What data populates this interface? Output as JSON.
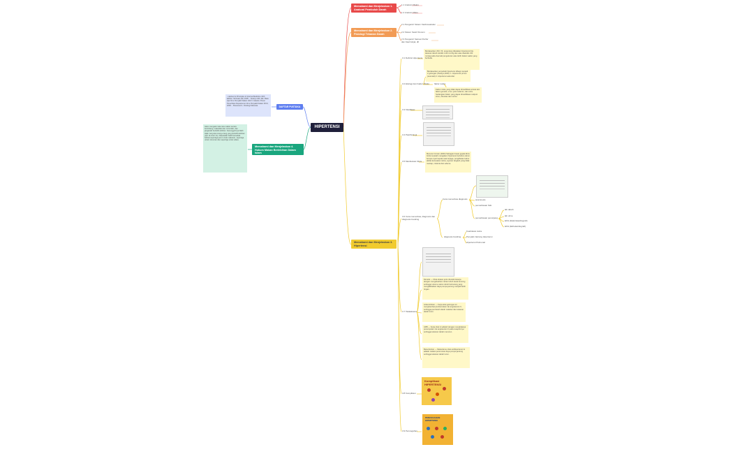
{
  "central": "HIPERTENSI",
  "branch1": {
    "title": "Memahami dan Menjelaskan 1. Anatomi Pembuluh Darah",
    "children": [
      "1.1 Anatomi Makro",
      "1.2 Anatomi Mikro"
    ]
  },
  "branch2": {
    "title": "Memahami dan Menjelaskan 2. Fisiologi Tekanan Darah",
    "children": [
      "2.1 Pengaruh Sistem Kardiovaskular",
      "2.2 Sistem Saraf Otonom",
      "2.3 Pengaruh Sekresi Perifer dan Faal Ginjal, dll"
    ]
  },
  "branch3": {
    "title": "Memahami dan Menjelaskan 3. Hipertensi",
    "items": {
      "definisi": "3.1 Definisi Hipertensi",
      "definisi_note": "Berdasarkan JNC VII, seseorang dikatakan hipertensi bila tekanan darah sistolik ≥140 mmHg dan atau diastolik ≥90 mmHg pada dua kali pengukuran atau lebih dalam waktu yang berbeda.",
      "etiologi": "3.2 Etiologi dan Faktor Risiko",
      "etiologi_note": "Berdasarkan penyebab hipertensi dibagi menjadi 2 golongan (Sudoyo,2006): 1. Hipertensi primer (esensial) 2. Hipertensi sekunder",
      "faktor_risiko": "faktor resiko",
      "faktor_note": "Faktor risiko yang tidak dapat dimodifikasi antara lain faktor genetik, umur, jenis kelamin, dan etnis. Sedangkan faktor yang dapat dimodifikasi meliputi stres, obesitas dan nutrisi.",
      "klasifikasi": "3.3 Klasifikasi",
      "patofisiologi": "3.4 Patofisiologi",
      "manifestasi": "3.5 Manifestasi Klinis",
      "manifestasi_note": "Menurut Crowin (2000) Sebagian besar gejala klinis timbul setelah mengalami hipertensi bertahun-tahun berupa nyeri kepala saat terjaga, penglihatan kabur akibat kerusakan retina, ayunan langkah yang tidak mantap, nokturia dan edema.",
      "diagnosis": "3.6 Cara memeriksa, diagnosis dan diagnosis banding",
      "cara_memeriksa": "Cara memeriksa diagnosis",
      "anamnesis": "anamnesis",
      "pemeriksaan_fisik": "pemeriksaan fisik",
      "pemeriksaan_penunjang": "pemeriksaan penunjang",
      "penunjang_items": [
        "lab darah",
        "lab urine",
        "EKG (Elektrokardiografi)",
        "EKG (Ekhokardiografi)"
      ],
      "diagnosis_banding": "diagnosis banding",
      "banding_items": [
        "Koarktasio Aorta",
        "Penyakit Jantung Hipertensi",
        "Hipertensi Pulmonal"
      ],
      "tatalaksana": "3.7 Tatalaksana",
      "tata_notes": [
        "Diuretik — Obat-obatan jenis diuretik bekerja dengan mengeluarkan cairan tubuh lewat kencing sehingga volume cairan tubuh berkurang yang mengakibatkan daya pompa jantung menjadi lebih ringan.",
        "ACE-Inhibitor — Kerja obat golongan ini menghambat pembentukan zat angiotensin II, sehingga pembuluh darah melebar dan tekanan darah turun.",
        "ARB — Kerja obat ini adalah dengan menghalangi penempelan zat angiotensin II pada reseptornya sehingga tekanan darah menurun.",
        "Beta-blocker — Mekanisme obat antihipertensi ini adalah melalui penurunan daya pompa jantung sehingga tekanan darah turun."
      ],
      "komplikasi": "3.8 Komplikasi",
      "pencegahan": "3.9 Pencegahan",
      "poster1_title": "Komplikasi HIPERTENSI",
      "poster2_title": "PENCEGAHAN HIPERTENSI"
    }
  },
  "branch4": {
    "title": "Memahami dan Menjelaskan 4. Hukum Makan Berlebihan Dalam Islam",
    "note": "Islam mengatur tata cara makan secara berimbang: makanlah dan minumlah, dan janganlah berlebih-lebihan. Sesungguhnya Allah tidak menyukai orang-orang yang berlebih-lebihan (QS. Al-A'raf: 31). Rasulullah SAW bersabda bahwa sepertiga perut untuk makanan, sepertiga untuk minuman dan sepertiga untuk udara."
  },
  "daftar_pustaka": {
    "title": "DAFTAR PUSTAKA",
    "note": "- Harrison's Principles of Internal Medicine 16th Edition. McGraw-Hill, 2005. - Sudoyo AW, dkk. Buku Ajar Ilmu Penyakit Dalam Jilid II. Jakarta: Pusat Penerbitan Departemen Ilmu Penyakit Dalam FKUI, 2006. - Sherwood L. Fisiologi Manusia."
  },
  "colors": {
    "red": "#e84a4a",
    "orange": "#f29b55",
    "yellow": "#f1cb2e",
    "green": "#1aa67e",
    "blue": "#5e7ef0",
    "dark": "#1f1f3a"
  }
}
